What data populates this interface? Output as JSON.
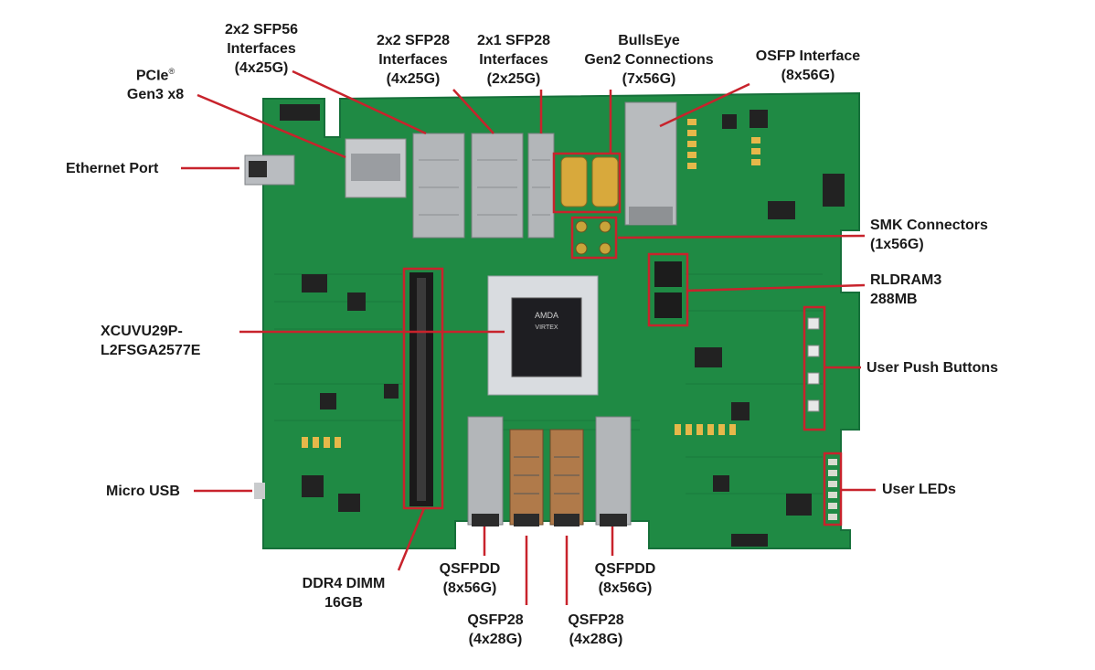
{
  "colors": {
    "board": "#1f8a44",
    "board_dark": "#16703a",
    "leader": "#c8232c",
    "text": "#1a1a1a"
  },
  "labels": {
    "sfp56": {
      "line1": "2x2 SFP56",
      "line2": "Interfaces",
      "line3": "(4x25G)"
    },
    "sfp28_2x2": {
      "line1": "2x2 SFP28",
      "line2": "Interfaces",
      "line3": "(4x25G)"
    },
    "sfp28_2x1": {
      "line1": "2x1 SFP28",
      "line2": "Interfaces",
      "line3": "(2x25G)"
    },
    "bullseye": {
      "line1": "BullsEye",
      "line2": "Gen2 Connections",
      "line3": "(7x56G)"
    },
    "osfp": {
      "line1": "OSFP Interface",
      "line2": "(8x56G)"
    },
    "pcie": {
      "line1": "PCIe",
      "mark": "®",
      "line2": "Gen3 x8"
    },
    "ethernet": {
      "line1": "Ethernet Port"
    },
    "smk": {
      "line1": "SMK Connectors",
      "line2": "(1x56G)"
    },
    "rldram": {
      "line1": "RLDRAM3",
      "line2": "288MB"
    },
    "fpga": {
      "line1": "XCUVU29P-",
      "line2": "L2FSGA2577E"
    },
    "push_buttons": {
      "line1": "User Push Buttons"
    },
    "micro_usb": {
      "line1": "Micro USB"
    },
    "user_leds": {
      "line1": "User LEDs"
    },
    "ddr4": {
      "line1": "DDR4 DIMM",
      "line2": "16GB"
    },
    "qsfpdd_left": {
      "line1": "QSFPDD",
      "line2": "(8x56G)"
    },
    "qsfpdd_right": {
      "line1": "QSFPDD",
      "line2": "(8x56G)"
    },
    "qsfp28_left": {
      "line1": "QSFP28",
      "line2": "(4x28G)"
    },
    "qsfp28_right": {
      "line1": "QSFP28",
      "line2": "(4x28G)"
    }
  },
  "chip": {
    "brand": "AMDA",
    "model": "VIRTEX"
  }
}
